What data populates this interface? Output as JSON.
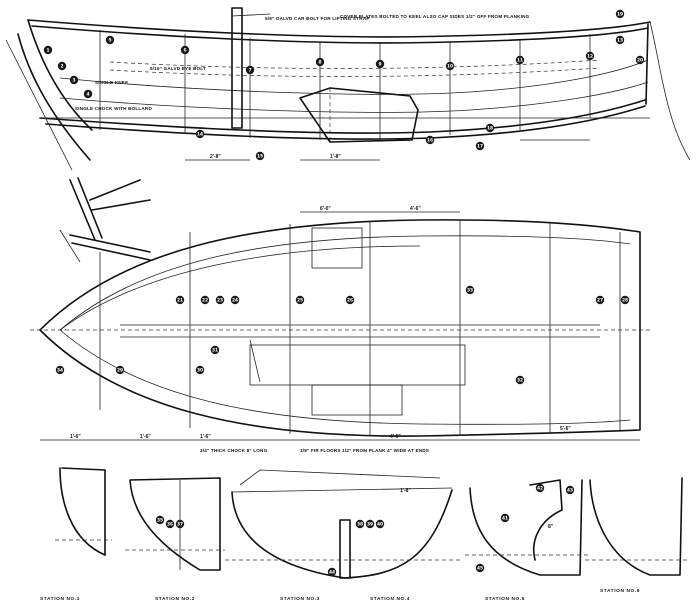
{
  "labels": {
    "note_bolt": "5/8\" GALVD CAR BOLT FOR LIFTING STRAP",
    "note_cover": "COVER PLATES BOLTED TO KEEL ALSO CAP SIDES 1/2\" OFF FROM PLANKING",
    "note_ringbolt": "5/16\" GALVD EYE BOLT",
    "note_knee": "SINGLE KNEE",
    "note_chock": "SINGLE CHOCK WITH BOLLARD",
    "note_thick_floor": "3/4\" THICK CHOCK 8\" LONG",
    "note_floor_ext": "3/8\" FIR FLOORS 1/2\" FROM PLANK 4\" WIDE AT ENDS"
  },
  "stations": [
    {
      "key": "s0",
      "label": "STATION NO.1"
    },
    {
      "key": "s1",
      "label": "STATION NO.2"
    },
    {
      "key": "s2",
      "label": "STATION NO.3"
    },
    {
      "key": "s3",
      "label": "STATION NO.4"
    },
    {
      "key": "s4",
      "label": "STATION NO.5"
    },
    {
      "key": "s5",
      "label": "STATION NO.6"
    }
  ],
  "dimensions": {
    "d1": "2'-8\"",
    "d2": "1'-8\"",
    "d3": "6'-0\"",
    "d4": "4'-6\"",
    "d5": "1'-6\"",
    "d6": "1'-6\"",
    "d7": "1'-6\"",
    "d8": "4'-6\"",
    "d9": "5'-6\"",
    "d10": "1'-8\"",
    "d11": "8\""
  },
  "callouts": [
    "1",
    "2",
    "3",
    "4",
    "5",
    "6",
    "7",
    "8",
    "9",
    "10",
    "11",
    "12",
    "13",
    "14",
    "15",
    "16",
    "17",
    "18",
    "19",
    "20",
    "21",
    "22",
    "23",
    "24",
    "25",
    "26",
    "27",
    "28",
    "29",
    "30",
    "31",
    "32",
    "33",
    "34",
    "35",
    "36",
    "37",
    "38",
    "39",
    "40",
    "41",
    "42",
    "43",
    "44",
    "45"
  ]
}
